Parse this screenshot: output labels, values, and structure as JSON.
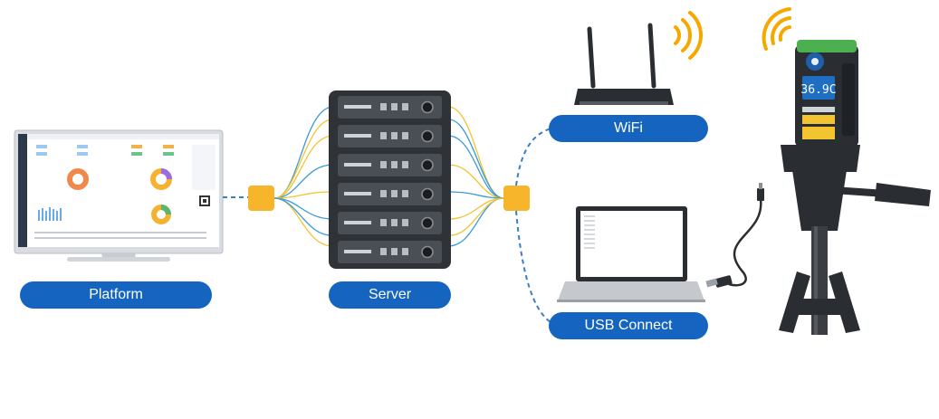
{
  "labels": {
    "platform": "Platform",
    "server": "Server",
    "wifi": "WiFi",
    "usb": "USB Connect"
  },
  "device_display": {
    "reading": "36.9C"
  },
  "colors": {
    "pill": "#1565c0",
    "hub": "#f6b52a",
    "cable_blue": "#3a9ad9",
    "cable_yellow": "#f2c432",
    "signal": "#f5a800",
    "server_body": "#2f3338",
    "device_cap": "#4caf50"
  },
  "icons": {
    "monitor": "monitor-icon",
    "server": "server-rack-icon",
    "router": "wifi-router-icon",
    "laptop": "laptop-icon",
    "device": "thermometer-device-icon",
    "signal": "wifi-signal-icon",
    "usb": "usb-plug-icon",
    "tripod": "tripod-icon"
  }
}
